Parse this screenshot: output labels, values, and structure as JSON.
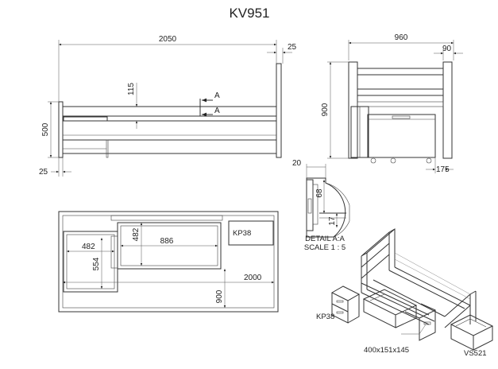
{
  "title": "KV951",
  "side_view": {
    "overall_length": "2050",
    "end_offset": "25",
    "height": "500",
    "foot_offset": "25",
    "rail_height": "115",
    "section_marker_top": "A",
    "section_marker_bottom": "A"
  },
  "end_view": {
    "width": "960",
    "post_width": "90",
    "height": "900",
    "drawer_offset": "175"
  },
  "detail": {
    "width": "20",
    "depth": "68",
    "lip": "17",
    "caption_line1": "DETAIL A:A",
    "caption_line2": "SCALE 1 : 5"
  },
  "plan_view": {
    "drawer_width": "482",
    "drawer_depth": "554",
    "shelf_depth": "482",
    "shelf_length": "886",
    "bed_length": "2000",
    "bed_width": "900",
    "nightstand_label": "KP38"
  },
  "iso_view": {
    "nightstand_label": "KP38",
    "drawer_size": "400x151x145",
    "drawer_label": "VS521"
  }
}
